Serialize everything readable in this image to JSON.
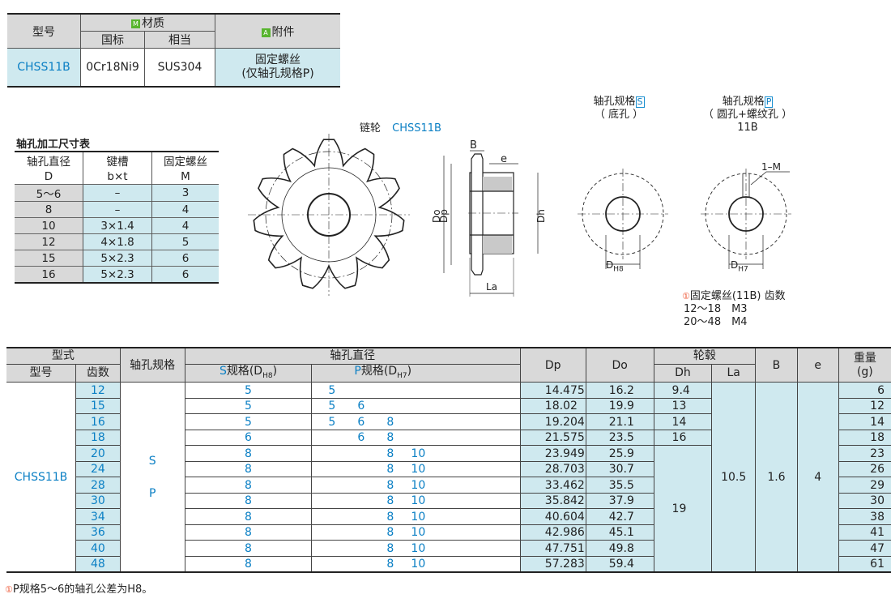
{
  "material_table": {
    "model_header": "型号",
    "material_header": "材质",
    "material_badge": "M",
    "standard_header": "国标",
    "equivalent_header": "相当",
    "accessory_header": "附件",
    "accessory_badge": "A",
    "model": "CHSS11B",
    "standard_value": "0Cr18Ni9",
    "equivalent_value": "SUS304",
    "accessory_line1": "固定螺丝",
    "accessory_line2": "(仅轴孔规格P)"
  },
  "shaft_table": {
    "title": "轴孔加工尺寸表",
    "headers": [
      "轴孔直径",
      "键槽",
      "固定螺丝"
    ],
    "subheaders": [
      "D",
      "b×t",
      "M"
    ],
    "rows": [
      [
        "5～6",
        "–",
        "3"
      ],
      [
        "8",
        "–",
        "4"
      ],
      [
        "10",
        "3×1.4",
        "4"
      ],
      [
        "12",
        "4×1.8",
        "5"
      ],
      [
        "15",
        "5×2.3",
        "6"
      ],
      [
        "16",
        "5×2.3",
        "6"
      ]
    ]
  },
  "drawing": {
    "sprocket_label": "链轮",
    "sprocket_model": "CHSS11B",
    "labels": {
      "B": "B",
      "e": "e",
      "Do": "Do",
      "Dp": "Dp",
      "Dh": "Dh",
      "La": "La"
    },
    "bore_s_title": "轴孔规格",
    "bore_s_code": "S",
    "bore_s_note": "（ 底孔 ）",
    "bore_s_dim": "DH8",
    "bore_p_title": "轴孔规格",
    "bore_p_code": "P",
    "bore_p_note": "（ 圆孔+螺纹孔 ）",
    "bore_p_size": "11B",
    "bore_p_dim": "DH7",
    "bore_p_screw": "1–M",
    "screw_note_title": "固定螺丝(11B) 齿数",
    "screw_note_rows": [
      "12～18　M3",
      "20～48　M4"
    ],
    "mark_symbol": "①"
  },
  "main_table": {
    "h_type": "型式",
    "h_model": "型号",
    "h_teeth": "齿数",
    "h_bore_spec": "轴孔规格",
    "h_bore_dia": "轴孔直径",
    "h_s_spec": "规格(D",
    "h_s_code": "S",
    "h_s_sub": "H8",
    "h_p_spec": "规格(D",
    "h_p_code": "P",
    "h_p_sub": "H7",
    "h_dp": "Dp",
    "h_do": "Do",
    "h_hub": "轮毂",
    "h_dh": "Dh",
    "h_la": "La",
    "h_b": "B",
    "h_e": "e",
    "h_weight": "重量",
    "h_weight_unit": "(g)",
    "model": "CHSS11B",
    "spec_s": "S",
    "spec_p": "P",
    "la": "10.5",
    "b": "1.6",
    "e": "4",
    "dh_merged": "19",
    "rows": [
      {
        "teeth": "12",
        "s": "5",
        "p": [
          "5",
          "",
          ""
        ],
        "p10": "",
        "dp": "14.475",
        "do": "16.2",
        "dh": "9.4",
        "w": "6"
      },
      {
        "teeth": "15",
        "s": "5",
        "p": [
          "5",
          "6",
          ""
        ],
        "p10": "",
        "dp": "18.02",
        "do": "19.9",
        "dh": "13",
        "w": "12"
      },
      {
        "teeth": "16",
        "s": "5",
        "p": [
          "5",
          "6",
          "8"
        ],
        "p10": "",
        "dp": "19.204",
        "do": "21.1",
        "dh": "14",
        "w": "14"
      },
      {
        "teeth": "18",
        "s": "6",
        "p": [
          "",
          "6",
          "8"
        ],
        "p10": "",
        "dp": "21.575",
        "do": "23.5",
        "dh": "16",
        "w": "18"
      },
      {
        "teeth": "20",
        "s": "8",
        "p": [
          "",
          "",
          "8"
        ],
        "p10": "10",
        "dp": "23.949",
        "do": "25.9",
        "dh": "",
        "w": "23"
      },
      {
        "teeth": "24",
        "s": "8",
        "p": [
          "",
          "",
          "8"
        ],
        "p10": "10",
        "dp": "28.703",
        "do": "30.7",
        "dh": "",
        "w": "26"
      },
      {
        "teeth": "28",
        "s": "8",
        "p": [
          "",
          "",
          "8"
        ],
        "p10": "10",
        "dp": "33.462",
        "do": "35.5",
        "dh": "",
        "w": "29"
      },
      {
        "teeth": "30",
        "s": "8",
        "p": [
          "",
          "",
          "8"
        ],
        "p10": "10",
        "dp": "35.842",
        "do": "37.9",
        "dh": "",
        "w": "30"
      },
      {
        "teeth": "34",
        "s": "8",
        "p": [
          "",
          "",
          "8"
        ],
        "p10": "10",
        "dp": "40.604",
        "do": "42.7",
        "dh": "",
        "w": "38"
      },
      {
        "teeth": "36",
        "s": "8",
        "p": [
          "",
          "",
          "8"
        ],
        "p10": "10",
        "dp": "42.986",
        "do": "45.1",
        "dh": "",
        "w": "41"
      },
      {
        "teeth": "40",
        "s": "8",
        "p": [
          "",
          "",
          "8"
        ],
        "p10": "10",
        "dp": "47.751",
        "do": "49.8",
        "dh": "",
        "w": "47"
      },
      {
        "teeth": "48",
        "s": "8",
        "p": [
          "",
          "",
          "8"
        ],
        "p10": "10",
        "dp": "57.283",
        "do": "59.4",
        "dh": "",
        "w": "61"
      }
    ]
  },
  "footnote": "P规格5～6的轴孔公差为H8。"
}
